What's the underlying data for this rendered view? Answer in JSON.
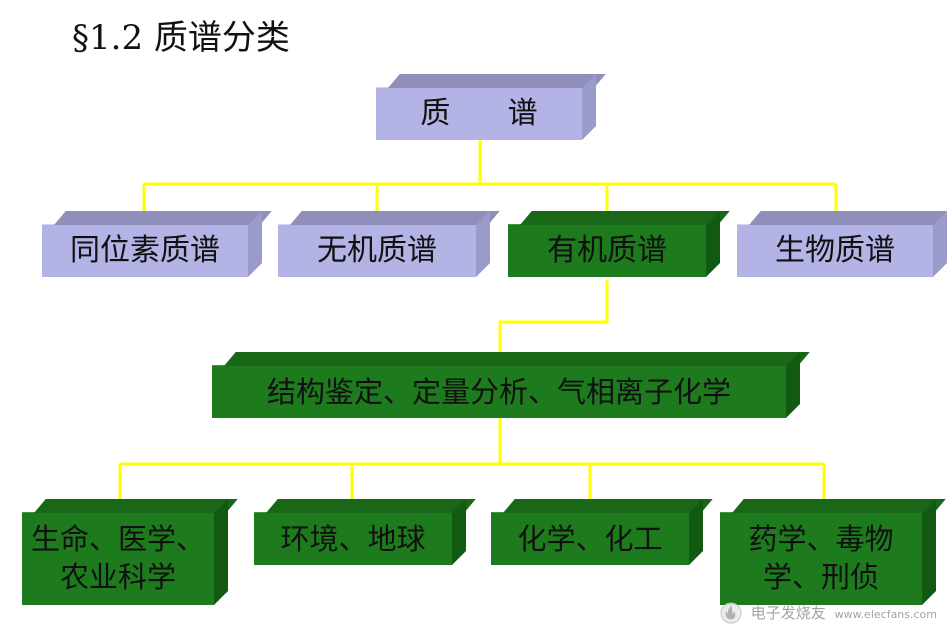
{
  "title": "§1.2  质谱分类",
  "nodes": {
    "root": "质      谱",
    "isotope": "同位素质谱",
    "inorganic": "无机质谱",
    "organic": "有机质谱",
    "bio": "生物质谱",
    "applications": "结构鉴定、定量分析、气相离子化学",
    "life_line1": "生命、医学、",
    "life_line2": "农业科学",
    "environment": "环境、地球",
    "chemistry": "化学、化工",
    "pharma_line1": "药学、毒物",
    "pharma_line2": "学、刑侦"
  },
  "colors": {
    "lavender": "#b3b3e6",
    "green": "#1d7a1d",
    "connector": "#ffff00"
  },
  "watermark": {
    "text": "电子发烧友",
    "url_text": "www.elecfans.com",
    "icon": "flame-logo-icon"
  }
}
